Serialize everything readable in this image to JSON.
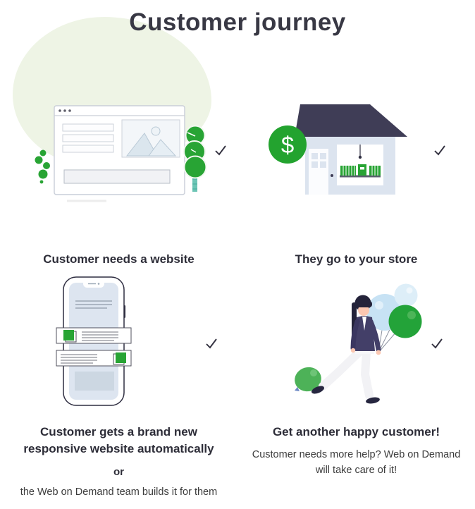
{
  "title": "Customer journey",
  "steps": [
    {
      "caption": "Customer needs a website",
      "illustration": "browser-website",
      "status_icon": "checkmark"
    },
    {
      "caption": "They go to your store",
      "illustration": "storefront-with-dollar",
      "status_icon": "checkmark"
    },
    {
      "caption": "Customer gets a brand new responsive website automatically",
      "separator": "or",
      "subcaption": "the Web on Demand team builds it for them",
      "illustration": "mobile-responsive-site",
      "status_icon": "checkmark"
    },
    {
      "caption": "Get another happy customer!",
      "subcaption": "Customer needs more help? Web on Demand will take care of it!",
      "illustration": "happy-customer-balloons",
      "status_icon": "checkmark"
    }
  ],
  "icons": {
    "checkmark": "✓",
    "dollar_sign": "$"
  },
  "colors": {
    "brand_green": "#28a434",
    "dark_navy": "#3f3d56",
    "blazer_navy": "#433f68",
    "light_blue_panel": "#dce4ef",
    "balloon_blue": "#c7e2f4",
    "balloon_blue_light": "#ddeef8",
    "balloon_green": "#23a339",
    "blob_green": "#eef4e5",
    "check_stroke": "#32303f",
    "title_text": "#383844",
    "body_text": "#3b3b3b"
  }
}
